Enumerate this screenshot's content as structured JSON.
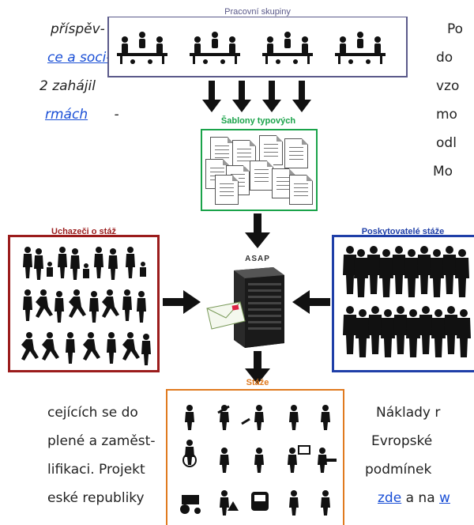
{
  "left_top_text": {
    "line1": "příspěv-",
    "line2_link": "ce a soci-",
    "line3": "2 zahájil",
    "line4_link": "rmách",
    "line4_suffix": "-"
  },
  "right_top_text": [
    "Po",
    "do",
    "vzo",
    "mo",
    "odl",
    "Mo"
  ],
  "bottom_left_text": [
    "cejících se do",
    "plené a zaměst-",
    "lifikaci. Projekt",
    "eské republiky"
  ],
  "bottom_right_text": {
    "line1": "Náklady r",
    "line2": "Evropské",
    "line3": "podmínek",
    "line4_link1": "zde",
    "line4_mid": "a na",
    "line4_link2": "w"
  },
  "diagram": {
    "pracovni_title": "Pracovní skupiny",
    "sablony_title": "Šablony typových",
    "uchazeci_title": "Uchazeči o stáž",
    "poskytovatele_title": "Poskytovatelé stáže",
    "asap_label": "ASAP",
    "staze_title": "Stáže"
  },
  "colors": {
    "pracovni": "#5b5a8a",
    "sablony": "#1aa34a",
    "uchazeci": "#9b1c1c",
    "poskytovatele": "#1f3fa8",
    "staze": "#e07a1f",
    "link": "#1a4fd6"
  }
}
